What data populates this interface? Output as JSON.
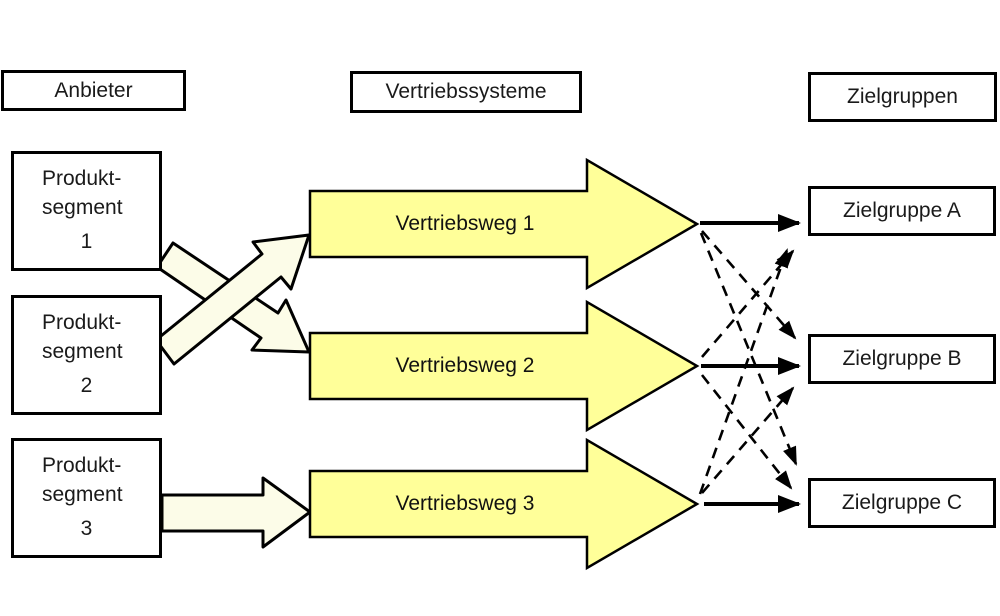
{
  "headers": {
    "anbieter": "Anbieter",
    "vertriebssysteme": "Vertriebssysteme",
    "zielgruppen": "Zielgruppen"
  },
  "product_segments": [
    {
      "line1": "Produkt-",
      "line2": "segment",
      "number": "1"
    },
    {
      "line1": "Produkt-",
      "line2": "segment",
      "number": "2"
    },
    {
      "line1": "Produkt-",
      "line2": "segment",
      "number": "3"
    }
  ],
  "channels": [
    {
      "label": "Vertriebsweg 1"
    },
    {
      "label": "Vertriebsweg 2"
    },
    {
      "label": "Vertriebsweg 3"
    }
  ],
  "target_groups": [
    {
      "label": "Zielgruppe A"
    },
    {
      "label": "Zielgruppe B"
    },
    {
      "label": "Zielgruppe C"
    }
  ],
  "connections": {
    "feeder_block_arrows": [
      {
        "from": "Produktsegment 1",
        "to": "Vertriebsweg 2"
      },
      {
        "from": "Produktsegment 2",
        "to": "Vertriebsweg 1"
      },
      {
        "from": "Produktsegment 3",
        "to": "Vertriebsweg 3"
      }
    ],
    "solid_arrows": [
      {
        "from": "Vertriebsweg 1",
        "to": "Zielgruppe A"
      },
      {
        "from": "Vertriebsweg 2",
        "to": "Zielgruppe B"
      },
      {
        "from": "Vertriebsweg 3",
        "to": "Zielgruppe C"
      }
    ],
    "dashed_arrows": [
      {
        "from": "Vertriebsweg 1",
        "to": "Zielgruppe B"
      },
      {
        "from": "Vertriebsweg 1",
        "to": "Zielgruppe C"
      },
      {
        "from": "Vertriebsweg 2",
        "to": "Zielgruppe A"
      },
      {
        "from": "Vertriebsweg 2",
        "to": "Zielgruppe C"
      },
      {
        "from": "Vertriebsweg 3",
        "to": "Zielgruppe A"
      },
      {
        "from": "Vertriebsweg 3",
        "to": "Zielgruppe B"
      }
    ]
  },
  "colors": {
    "channel_fill": "#FFFF99",
    "feeder_fill": "#FCFCE8",
    "outline": "#000000",
    "box_fill": "#FFFFFF"
  }
}
